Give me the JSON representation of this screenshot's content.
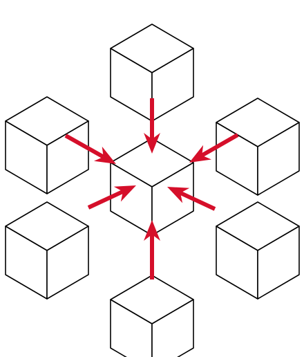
{
  "diagram": {
    "colors": {
      "arrow": "#D50F2A",
      "cube_stroke": "#000000",
      "cube_fill": "#FFFFFF",
      "background": "#FFFFFF"
    },
    "center_cube": "center-cube",
    "outer_cubes": [
      "top-cube",
      "top-left-cube",
      "top-right-cube",
      "bottom-left-cube",
      "bottom-right-cube",
      "bottom-cube"
    ],
    "arrows": [
      {
        "from": "top-cube",
        "to": "center-cube"
      },
      {
        "from": "top-left-cube",
        "to": "center-cube"
      },
      {
        "from": "top-right-cube",
        "to": "center-cube"
      },
      {
        "from": "bottom-left-cube",
        "to": "center-cube"
      },
      {
        "from": "bottom-right-cube",
        "to": "center-cube"
      },
      {
        "from": "bottom-cube",
        "to": "center-cube"
      }
    ]
  }
}
